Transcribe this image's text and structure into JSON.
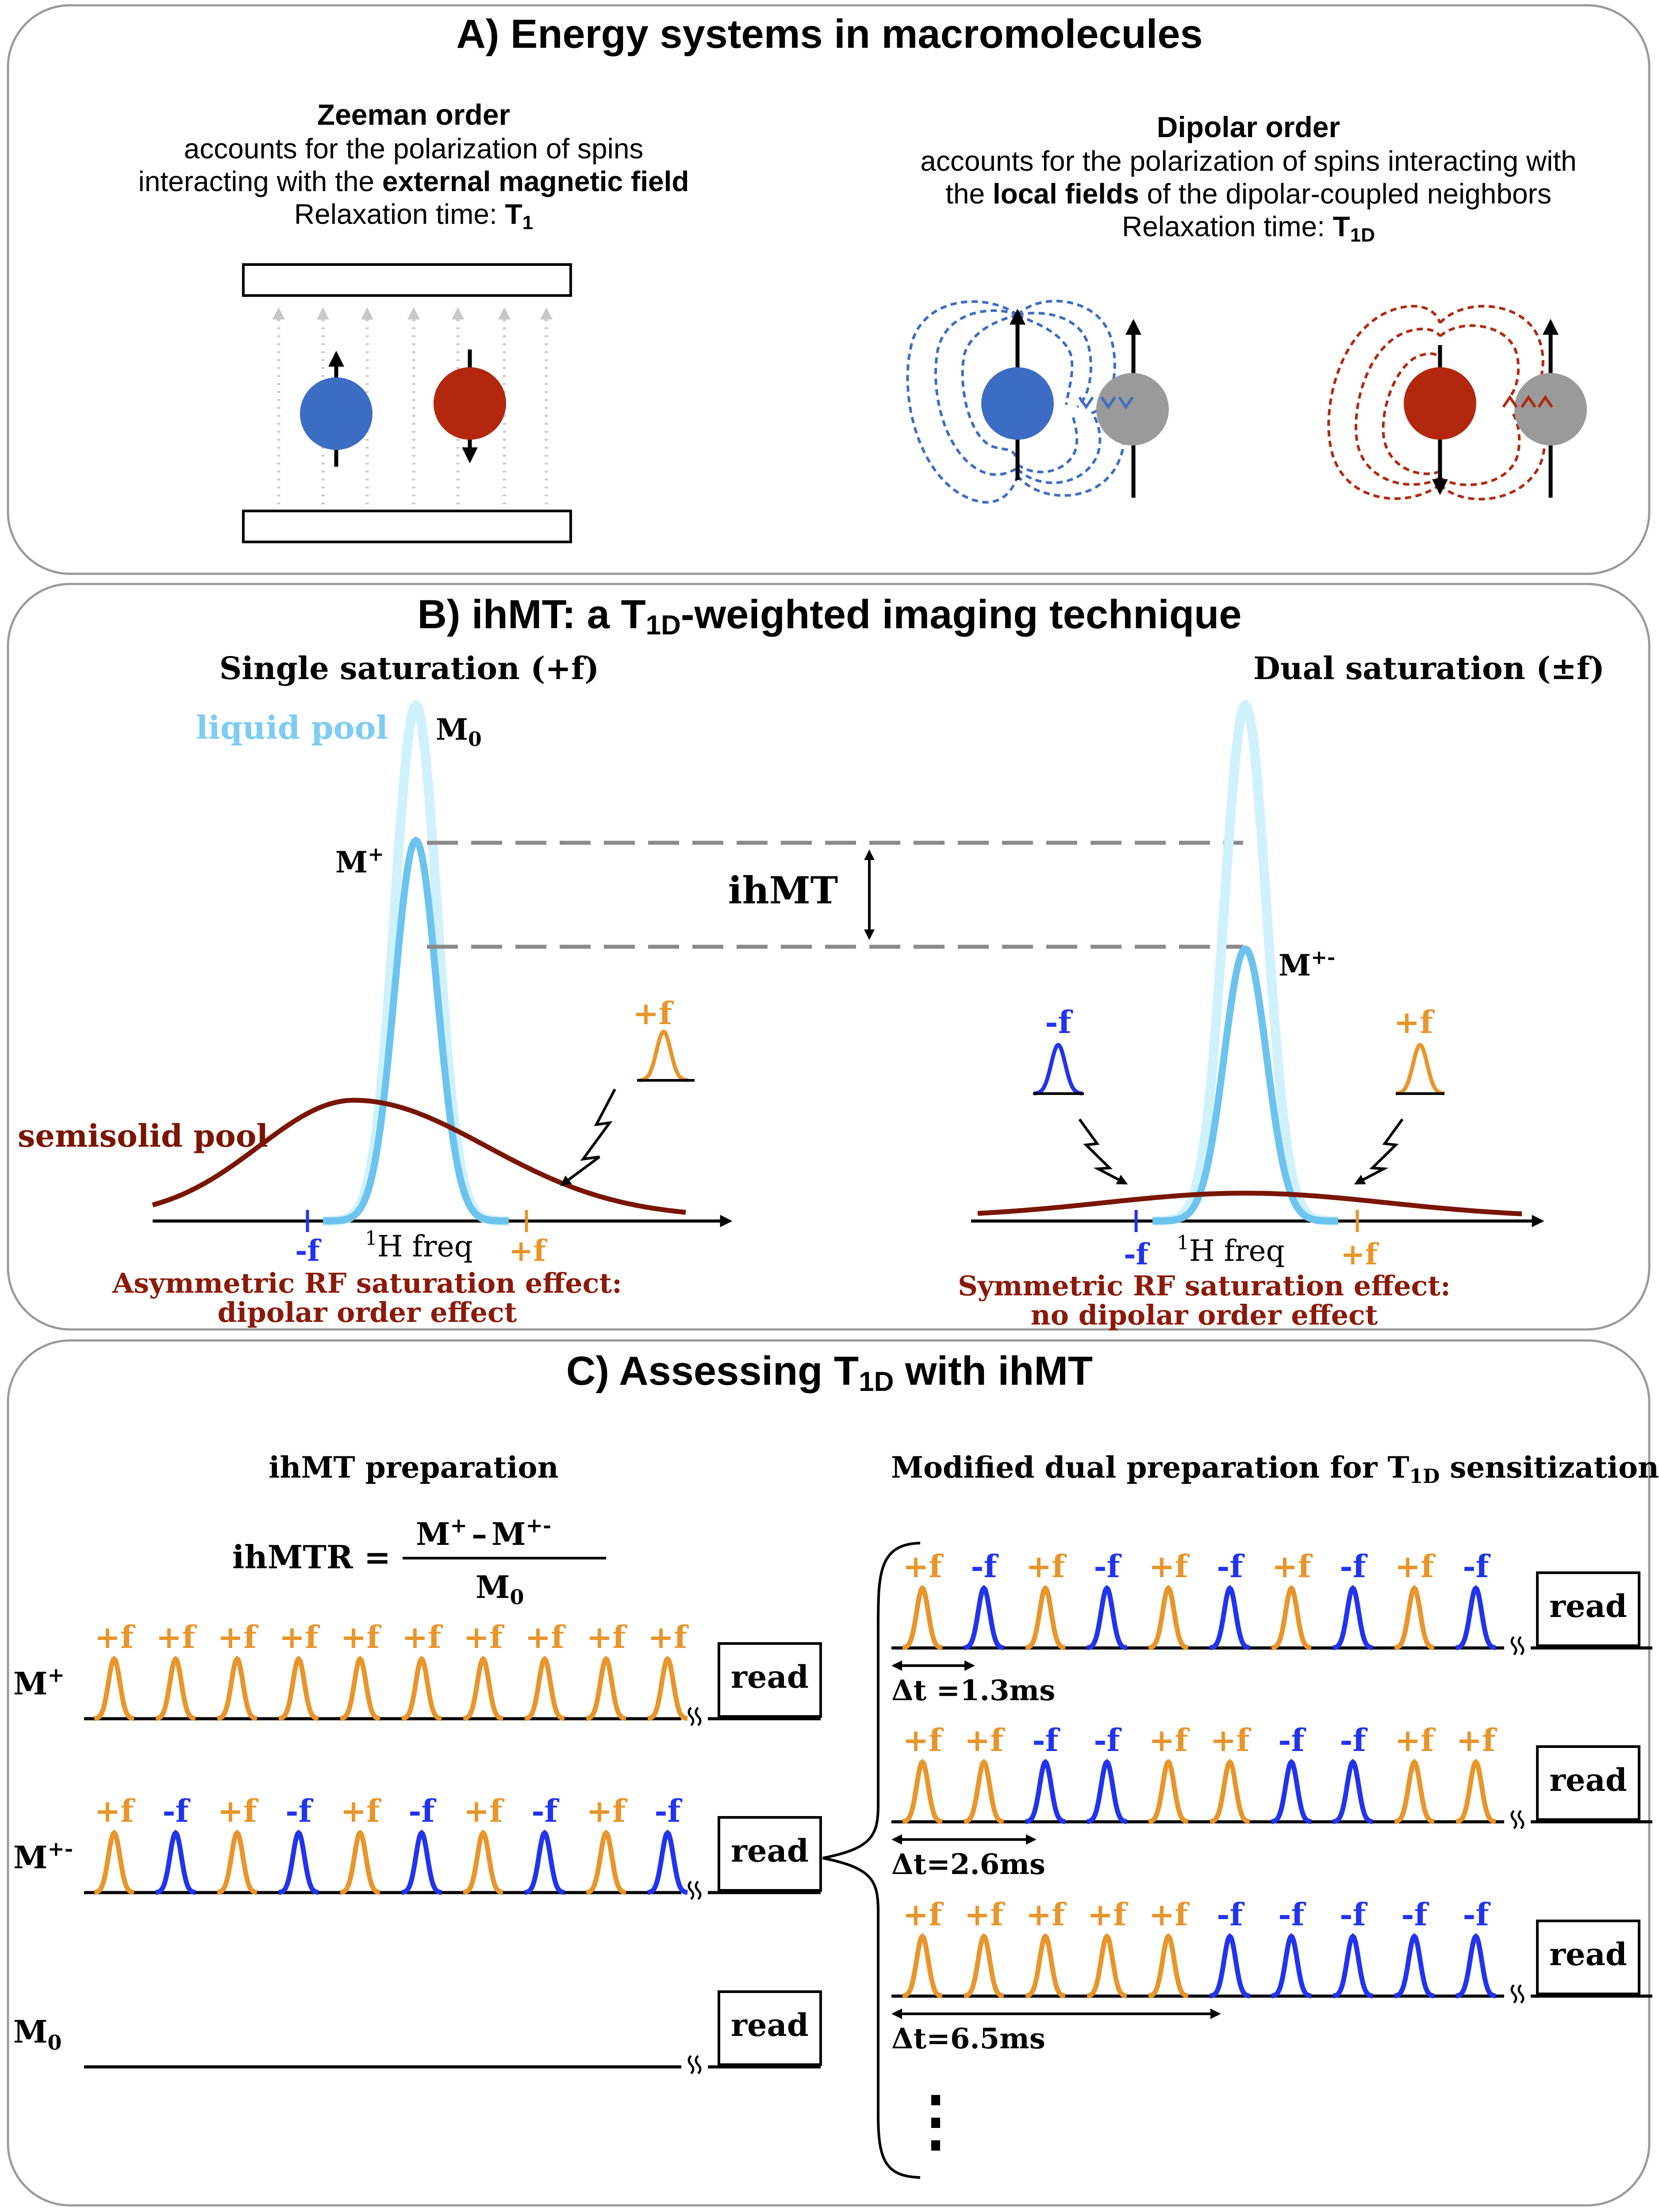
{
  "colors": {
    "orange": "#E8952B",
    "blue": "#2233EE",
    "spin_blue": "#3D6CC4",
    "spin_red": "#B3270F",
    "gray_spin": "#9A9A9A",
    "liquid_light": "#CFF1FB",
    "liquid": "#6CC4EE",
    "semisolid": "#7A1500",
    "dark_red_text": "#8B1A0A"
  },
  "panel_a": {
    "title": "A) Energy systems in macromolecules",
    "zeeman": {
      "heading": "Zeeman order",
      "line1": "accounts for the polarization of spins",
      "line2_pre": "interacting with the ",
      "line2_bold": "external magnetic field",
      "line3_pre": "Relaxation time: ",
      "line3_bold": "T",
      "line3_sub": "1"
    },
    "dipolar": {
      "heading": "Dipolar order",
      "line1": "accounts for the polarization of spins interacting with",
      "line2_pre": "the ",
      "line2_bold": "local fields",
      "line2_post": " of the dipolar-coupled neighbors",
      "line3_pre": "Relaxation time: ",
      "line3_bold": "T",
      "line3_sub": "1D"
    }
  },
  "panel_b": {
    "title_pre": "B) ihMT: a T",
    "title_sub": "1D",
    "title_post": "-weighted imaging technique",
    "single": {
      "heading": "Single saturation (+f)",
      "liquid_pool": "liquid pool",
      "m0": "M",
      "m0_sub": "0",
      "mplus": "M",
      "mplus_sup": "+",
      "semisolid_pool": "semisolid pool",
      "pulse_label": "+f",
      "tick_minus": "-f",
      "tick_plus": "+f",
      "axis_pre": "1",
      "axis_label": "H freq",
      "caption1": "Asymmetric RF saturation effect:",
      "caption2": "dipolar order effect"
    },
    "ihmt_label": "ihMT",
    "dual": {
      "heading": "Dual saturation (±f)",
      "mpm": "M",
      "mpm_sup": "+-",
      "pulse_minus": "-f",
      "pulse_plus": "+f",
      "tick_minus": "-f",
      "tick_plus": "+f",
      "axis_pre": "1",
      "axis_label": "H freq",
      "caption1": "Symmetric RF saturation effect:",
      "caption2": "no dipolar order effect"
    }
  },
  "panel_c": {
    "title_pre": "C) Assessing T",
    "title_sub": "1D",
    "title_post": " with ihMT",
    "left_heading": "ihMT preparation",
    "formula": {
      "lhs": "ihMTR =",
      "num_a": "M",
      "num_a_sup": "+",
      "minus": "–",
      "num_b": "M",
      "num_b_sup": "+-",
      "den": "M",
      "den_sub": "0"
    },
    "right_heading_pre": "Modified dual preparation for T",
    "right_heading_sub": "1D",
    "right_heading_post": " sensitization",
    "read_label": "read",
    "ellipsis": "⋮",
    "left_rows": [
      {
        "label": "M",
        "label_sup": "+",
        "pulses": [
          "+f",
          "+f",
          "+f",
          "+f",
          "+f",
          "+f",
          "+f",
          "+f",
          "+f",
          "+f"
        ]
      },
      {
        "label": "M",
        "label_sup": "+-",
        "pulses": [
          "+f",
          "-f",
          "+f",
          "-f",
          "+f",
          "-f",
          "+f",
          "-f",
          "+f",
          "-f"
        ]
      },
      {
        "label": "M",
        "label_sub": "0",
        "pulses": []
      }
    ],
    "right_rows": [
      {
        "pulses": [
          "+f",
          "-f",
          "+f",
          "-f",
          "+f",
          "-f",
          "+f",
          "-f",
          "+f",
          "-f"
        ],
        "dt": "Δt =1.3ms",
        "dt_span": 1
      },
      {
        "pulses": [
          "+f",
          "+f",
          "-f",
          "-f",
          "+f",
          "+f",
          "-f",
          "-f",
          "+f",
          "+f"
        ],
        "dt": "Δt=2.6ms",
        "dt_span": 2
      },
      {
        "pulses": [
          "+f",
          "+f",
          "+f",
          "+f",
          "+f",
          "-f",
          "-f",
          "-f",
          "-f",
          "-f"
        ],
        "dt": "Δt=6.5ms",
        "dt_span": 5
      }
    ]
  }
}
